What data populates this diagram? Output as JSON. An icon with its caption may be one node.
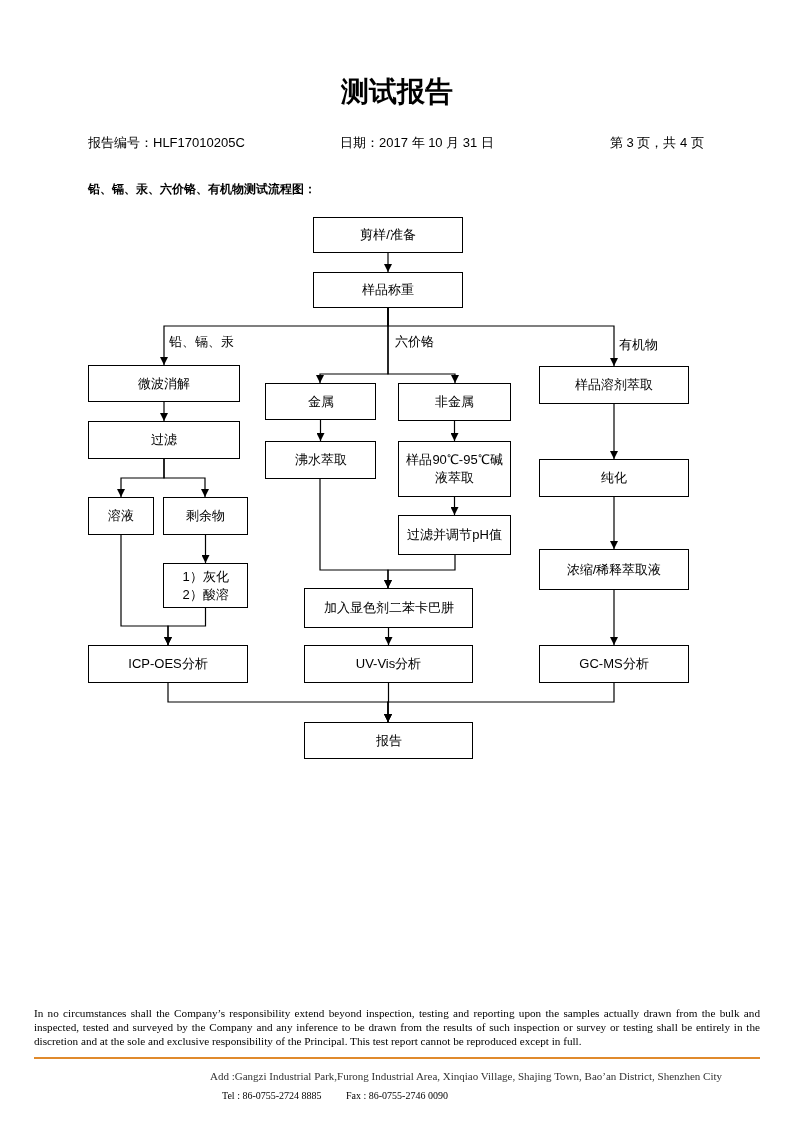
{
  "diagram": {
    "title": "测试报告",
    "nodes": [
      {
        "text": [
          "剪样/准备"
        ]
      },
      {
        "text": [
          "样品称重"
        ]
      },
      {
        "text": [
          "微波消解"
        ]
      },
      {
        "text": [
          "过滤"
        ]
      },
      {
        "text": [
          "溶液"
        ]
      },
      {
        "text": [
          "剩余物"
        ]
      },
      {
        "text": [
          "1）灰化",
          "2）酸溶"
        ]
      },
      {
        "text": [
          "金属"
        ]
      },
      {
        "text": [
          "非金属"
        ]
      },
      {
        "text": [
          "沸水萃取"
        ]
      },
      {
        "text": [
          "样品90℃-95℃碱液萃取"
        ]
      },
      {
        "text": [
          "过滤并调节pH值"
        ]
      },
      {
        "text": [
          "加入显色剂二苯卡巴肼"
        ]
      },
      {
        "text": [
          "ICP-OES分析"
        ]
      },
      {
        "text": [
          "UV-Vis分析"
        ]
      },
      {
        "text": [
          "样品溶剂萃取"
        ]
      },
      {
        "text": [
          "纯化"
        ]
      },
      {
        "text": [
          "浓缩/稀释萃取液"
        ]
      },
      {
        "text": [
          "GC-MS分析"
        ]
      },
      {
        "text": [
          "报告"
        ]
      }
    ],
    "edges": [
      {
        "from": 0,
        "to": 1,
        "arrow": "to"
      },
      {
        "from": 1,
        "to": 2,
        "arrow": "to",
        "label": "铅、镉、汞"
      },
      {
        "from": 1,
        "to": 7,
        "arrow": "to",
        "label": "六价铬"
      },
      {
        "from": 1,
        "to": 8,
        "arrow": "to"
      },
      {
        "from": 1,
        "to": 15,
        "arrow": "to",
        "label": "有机物"
      },
      {
        "from": 2,
        "to": 3,
        "arrow": "to"
      },
      {
        "from": 3,
        "to": 4,
        "arrow": "to"
      },
      {
        "from": 3,
        "to": 5,
        "arrow": "to"
      },
      {
        "from": 5,
        "to": 6,
        "arrow": "to"
      },
      {
        "from": 4,
        "to": 13,
        "arrow": "to"
      },
      {
        "from": 6,
        "to": 13,
        "arrow": "to"
      },
      {
        "from": 7,
        "to": 9,
        "arrow": "to"
      },
      {
        "from": 8,
        "to": 10,
        "arrow": "to"
      },
      {
        "from": 10,
        "to": 11,
        "arrow": "to"
      },
      {
        "from": 9,
        "to": 12,
        "arrow": "to"
      },
      {
        "from": 11,
        "to": 12,
        "arrow": "to"
      },
      {
        "from": 12,
        "to": 14,
        "arrow": "to"
      },
      {
        "from": 15,
        "to": 16,
        "arrow": "to"
      },
      {
        "from": 16,
        "to": 17,
        "arrow": "to"
      },
      {
        "from": 17,
        "to": 18,
        "arrow": "to"
      },
      {
        "from": 13,
        "to": 19,
        "arrow": "to"
      },
      {
        "from": 14,
        "to": 19,
        "arrow": "to"
      },
      {
        "from": 18,
        "to": 19,
        "arrow": "to"
      }
    ],
    "labels": [
      "报告编号：HLF17010205C",
      "日期：2017 年 10 月 31 日",
      "第 3 页，共 4 页",
      "铅、镉、汞、六价铬、有机物测试流程图：",
      "In no circumstances shall the Company’s responsibility extend beyond inspection, testing and reporting upon the samples actually drawn from the bulk and inspected, tested and surveyed by the Company and any inference to be drawn from the results of such inspection or survey or testing shall be entirely in the discretion and at the sole and exclusive responsibility of the Principal. This test report cannot be reproduced except in full.",
      "Add :Gangzi Industrial Park,Furong Industrial Area, Xinqiao Village, Shajing Town, Bao’an District, Shenzhen City",
      "Tel : 86-0755-2724 8885",
      "Fax : 86-0755-2746 0090"
    ]
  }
}
